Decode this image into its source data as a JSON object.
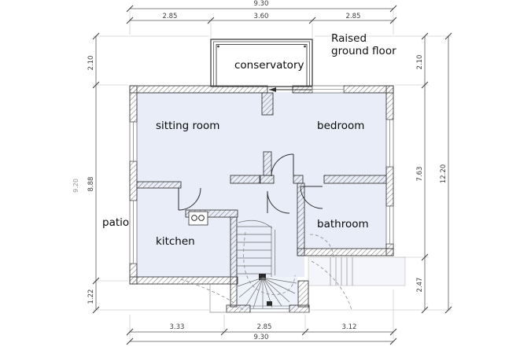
{
  "annotation": {
    "line1": "Raised",
    "line2": "ground floor"
  },
  "rooms": {
    "conservatory": "conservatory",
    "sitting_room": "sitting room",
    "bedroom": "bedroom",
    "kitchen": "kitchen",
    "bathroom": "bathroom",
    "patio": "patio"
  },
  "dimensions": {
    "top": {
      "overall": "9.30",
      "segments": [
        "2.85",
        "3.60",
        "2.85"
      ]
    },
    "bottom": {
      "overall": "9.30",
      "segments": [
        "3.33",
        "2.85",
        "3.12"
      ]
    },
    "left": {
      "outer": "9.20",
      "segments": [
        "2.10",
        "8.88",
        "1.22"
      ]
    },
    "right": {
      "overall": "12.20",
      "segments": [
        "2.10",
        "7.63",
        "2.47"
      ]
    }
  },
  "colors": {
    "room_fill": "#e8edf8",
    "porch_fill": "#eef2fa",
    "wall_line": "#3a3a3a",
    "hatch_line": "#787878",
    "dimension_line": "#5a5a5a"
  }
}
